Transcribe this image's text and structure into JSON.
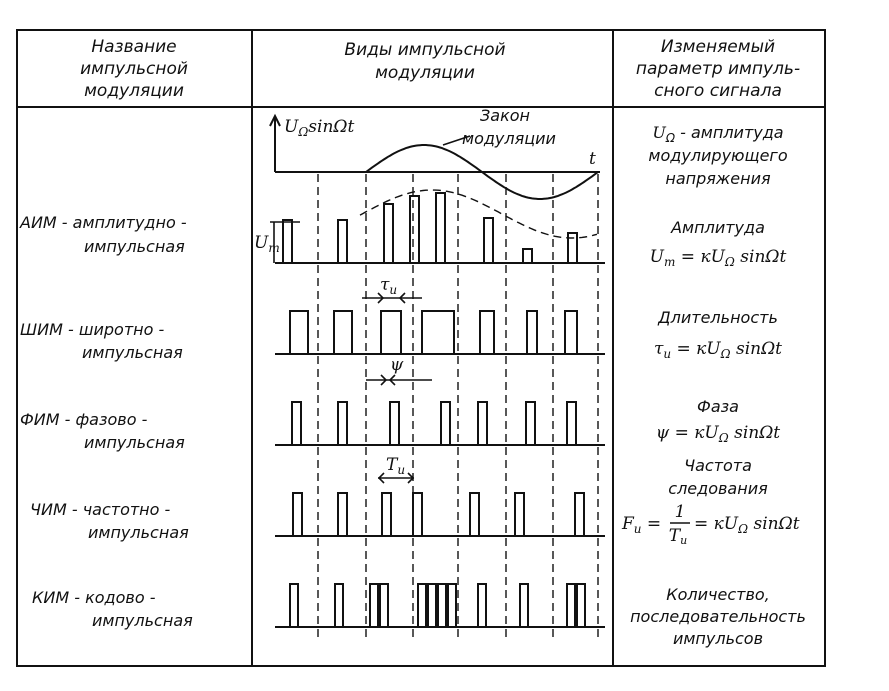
{
  "headers": {
    "col1": [
      "Название",
      "импульсной",
      "модуляции"
    ],
    "col2": [
      "Виды  импульсной",
      "модуляции"
    ],
    "col3": [
      "Изменяемый",
      "параметр импуль-",
      "сного сигнала"
    ]
  },
  "modulation_plot": {
    "axis_label": "U",
    "axis_label_sub": "Ω",
    "axis_label_tail": "sinΩt",
    "time_label": "t",
    "law_label": [
      "Закон",
      "модуляции"
    ]
  },
  "rows": [
    {
      "name": [
        "АИМ - амплитудно -",
        "импульсная"
      ],
      "param": [
        "Амплитуда",
        "U",
        "m",
        " = кU",
        "Ω",
        " sinΩt"
      ],
      "annotation": "U",
      "annotation_sub": "m"
    },
    {
      "name": [
        "ШИМ - широтно -",
        "импульсная"
      ],
      "param": [
        "Длительность",
        "τ",
        "и",
        " = кU",
        "Ω",
        " sinΩt"
      ],
      "annotation": "τ",
      "annotation_sub": "и"
    },
    {
      "name": [
        "ФИМ - фазово -",
        "импульсная"
      ],
      "param": [
        "Фаза",
        "ψ",
        "",
        " = кU",
        "Ω",
        " sinΩt"
      ],
      "annotation": "ψ",
      "annotation_sub": ""
    },
    {
      "name": [
        "ЧИМ - частотно -",
        "импульсная"
      ],
      "param": [
        "Частота",
        "следования",
        "F",
        "и",
        " = ",
        "1",
        "T",
        "и",
        " = кU",
        "Ω",
        " sinΩt"
      ],
      "annotation": "T",
      "annotation_sub": "и"
    },
    {
      "name": [
        "КИМ - кодово -",
        "импульсная"
      ],
      "param": [
        "Количество,",
        "последовательность",
        "импульсов"
      ]
    }
  ],
  "first_row_param": [
    "U",
    "Ω",
    " - амплитуда",
    "модулирующего",
    "напряжения"
  ]
}
